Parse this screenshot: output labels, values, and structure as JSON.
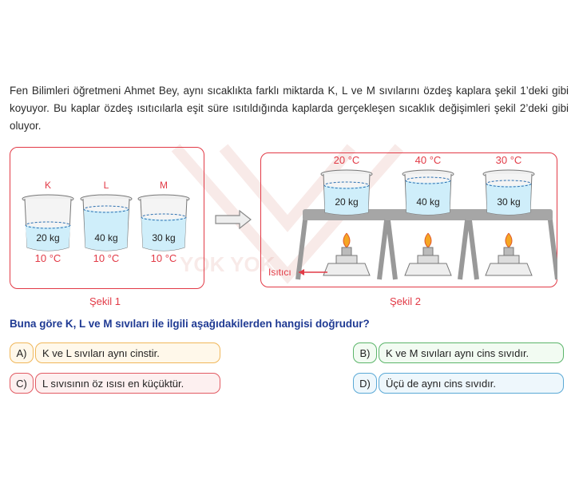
{
  "intro_text": "Fen Bilimleri öğretmeni Ahmet Bey, aynı sıcaklıkta farklı miktarda K, L ve M sıvılarını özdeş kaplara şekil 1’deki gibi koyuyor. Bu kaplar özdeş ısıtıcılarla eşit süre ısıtıldığında kaplarda gerçekleşen sıcaklık değişimleri şekil 2’deki gibi oluyor.",
  "figure1": {
    "caption": "Şekil 1",
    "beakers": [
      {
        "label": "K",
        "mass": "20 kg",
        "temp": "10 °C"
      },
      {
        "label": "L",
        "mass": "40 kg",
        "temp": "10 °C"
      },
      {
        "label": "M",
        "mass": "30 kg",
        "temp": "10 °C"
      }
    ]
  },
  "figure2": {
    "caption": "Şekil 2",
    "heater_label": "Isıtıcı",
    "beakers": [
      {
        "mass": "20 kg",
        "temp": "20 °C"
      },
      {
        "mass": "40 kg",
        "temp": "40 °C"
      },
      {
        "mass": "30 kg",
        "temp": "30 °C"
      }
    ]
  },
  "watermark": "YOK YOK",
  "question": "Buna göre K, L ve M sıvıları ile ilgili aşağıdakilerden hangisi doğrudur?",
  "options": [
    {
      "letter": "A)",
      "text": "K ve L sıvıları aynı cinstir."
    },
    {
      "letter": "B)",
      "text": "K ve M sıvıları aynı cins sıvıdır."
    },
    {
      "letter": "C)",
      "text": "L  sıvısının öz ısısı en küçüktür."
    },
    {
      "letter": "D)",
      "text": "Üçü de aynı cins sıvıdır."
    }
  ],
  "colors": {
    "accent_red": "#e23a46",
    "question_blue": "#1f3a93",
    "liquid": "#cfeefa"
  }
}
